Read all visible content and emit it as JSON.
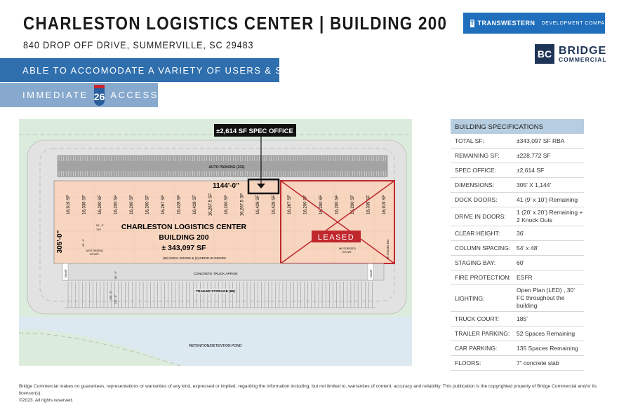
{
  "header": {
    "title": "CHARLESTON LOGISTICS CENTER | BUILDING 200",
    "address": "840 DROP OFF DRIVE, SUMMERVILLE, SC 29483"
  },
  "banners": {
    "line1": "ABLE TO ACCOMODATE A VARIETY OF USERS & SIZES",
    "line2_before": "IMMEDIATE",
    "interstate": "26",
    "line2_after": "ACCESS"
  },
  "logos": {
    "transwestern": "TRANSWESTERN",
    "transwestern_sub": "DEVELOPMENT COMPANY",
    "bridge_mark": "BC",
    "bridge": "BRIDGE",
    "bridge_sub": "COMMERCIAL"
  },
  "site_plan": {
    "spec_office_callout": "±2,614 SF SPEC OFFICE",
    "auto_parking": "AUTO PARKING (202)",
    "length": "1144'-0\"",
    "width": "305'-0\"",
    "bays": [
      "16,919 SF",
      "16,339 SF",
      "16,200 SF",
      "16,200 SF",
      "16,200 SF",
      "16,200 SF",
      "16,267 SF",
      "16,428 SF",
      "16,428 SF",
      "16,267.5 SF",
      "16,200 SF",
      "16,267.5 SF",
      "16,428 SF",
      "16,428 SF",
      "16,267 SF",
      "16,200 SF",
      "16,200 SF",
      "16,200 SF",
      "16,200 SF",
      "16,339 SF",
      "16,919 SF"
    ],
    "building_name": "CHARLESTON LOGISTICS CENTER",
    "building_num": "BUILDING 200",
    "building_sf": "± 343,097 SF",
    "leased": "LEASED",
    "bay_width": "54' - 0\"",
    "typ": "TYP.",
    "bay_depth": "48' - 0\"",
    "motorized": "MOTORIZED",
    "motorized_size": "20'X20'",
    "doors": "(63) DOCK DOORS & (2) DRIVE-IN DOORS",
    "ramp": "RAMP",
    "apron": "CONCRETE TRUCK APRON",
    "apron_dim": "60' - 0\"",
    "court_dim": "185' - 6\"",
    "court_dim2": "125' - 6\"",
    "trailer": "TRAILER STORAGE (85)",
    "staging": "60' STAGING BAY",
    "pond": "RETENTION/DETENTION POND",
    "colors": {
      "building": "#f7d5bf",
      "leased": "#c0282d",
      "grass": "#dcecdc",
      "pavement": "#e2e2e2",
      "pond": "#dde9f1"
    }
  },
  "specs": {
    "title": "BUILDING SPECIFICATIONS",
    "rows": [
      {
        "k": "TOTAL SF:",
        "v": "±343,097  SF RBA"
      },
      {
        "k": "REMAINING SF:",
        "v": "±228,772 SF"
      },
      {
        "k": "SPEC OFFICE:",
        "v": "±2,614 SF"
      },
      {
        "k": "DIMENSIONS:",
        "v": "305’ X 1,144’"
      },
      {
        "k": "DOCK DOORS:",
        "v": "41 (9’ x 10’) Remaining"
      },
      {
        "k": "DRIVE IN DOORS:",
        "v": "1 (20’ x 20’) Remaining + 2 Knock Outs"
      },
      {
        "k": "CLEAR HEIGHT:",
        "v": "36’"
      },
      {
        "k": "COLUMN SPACING:",
        "v": "54’ x 48’"
      },
      {
        "k": "STAGING BAY:",
        "v": "60’"
      },
      {
        "k": "FIRE PROTECTION:",
        "v": "ESFR"
      },
      {
        "k": "LIGHTING:",
        "v": "Open Plan (LED) , 30’ FC throughout the building"
      },
      {
        "k": "TRUCK COURT:",
        "v": "185’"
      },
      {
        "k": "TRAILER PARKING:",
        "v": "52 Spaces Remaining"
      },
      {
        "k": "CAR PARKING:",
        "v": "135 Spaces Remaining"
      },
      {
        "k": "FLOORS:",
        "v": "7” concrete slab"
      }
    ]
  },
  "disclaimer": {
    "line1": "Bridge Commercial makes no guarantees, representations or warranties of any kind, expressed or implied, regarding the information including, but not limited to, warranties of content, accuracy and reliability. This publication is the copyrighted property of Bridge Commercial and/or its licensor(s).",
    "line2": "©2023. All rights reserved."
  }
}
